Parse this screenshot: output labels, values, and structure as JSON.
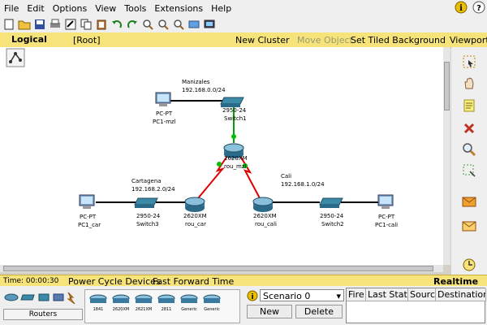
{
  "menu": [
    "File",
    "Edit",
    "Options",
    "View",
    "Tools",
    "Extensions",
    "Help"
  ],
  "workspace_bar": {
    "tab": "Logical",
    "root": "[Root]",
    "new_cluster": "New Cluster",
    "move_object": "Move Object",
    "tiled_bg": "Set Tiled Background",
    "viewport": "Viewport"
  },
  "topology": {
    "networks": {
      "manizales": {
        "name": "Manizales",
        "subnet": "192.168.0.0/24"
      },
      "cartagena": {
        "name": "Cartagena",
        "subnet": "192.168.2.0/24"
      },
      "cali": {
        "name": "Cali",
        "subnet": "192.168.1.0/24"
      }
    },
    "devices": {
      "pc_mzl": {
        "type": "PC-PT",
        "name": "PC1-mzl"
      },
      "switch1": {
        "type": "2950-24",
        "name": "Switch1"
      },
      "rou_mzl": {
        "type": "2620XM",
        "name": "rou_mzl"
      },
      "pc_car": {
        "type": "PC-PT",
        "name": "PC1_car"
      },
      "switch3": {
        "type": "2950-24",
        "name": "Switch3"
      },
      "rou_car": {
        "type": "2620XM",
        "name": "rou_car"
      },
      "rou_cali": {
        "type": "2620XM",
        "name": "rou_cali"
      },
      "switch2": {
        "type": "2950-24",
        "name": "Switch2"
      },
      "pc_cali": {
        "type": "PC-PT",
        "name": "PC1-cali"
      }
    },
    "colors": {
      "ethernet": "#000000",
      "serial": "#e00000",
      "link_dot": "#00c000"
    }
  },
  "timebar": {
    "time": "Time: 00:00:30",
    "power_cycle": "Power Cycle Devices",
    "fast_forward": "Fast Forward Time",
    "mode": "Realtime"
  },
  "device_panel": {
    "category": "Routers",
    "models": [
      "1841",
      "2620XM",
      "2621XM",
      "2811",
      "Generic",
      "Generic"
    ]
  },
  "scenario": {
    "selected": "Scenario 0",
    "new_label": "New",
    "delete_label": "Delete"
  },
  "pdu_columns": [
    "Fire",
    "Last Status",
    "Source",
    "Destination"
  ]
}
